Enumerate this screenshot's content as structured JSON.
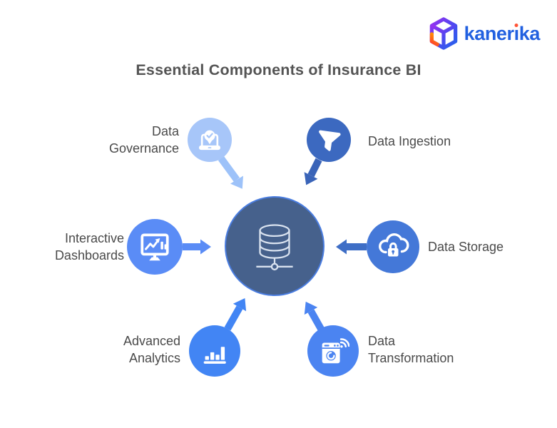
{
  "title": {
    "text": "Essential Components of Insurance BI",
    "color": "#545454"
  },
  "logo": {
    "brand": "kanerika",
    "brand_pre": "kaner",
    "brand_i": "ı",
    "brand_post": "ka",
    "wordmark_color": "#2160e0",
    "i_dot_color": "#ff5436",
    "cube_gradient": [
      "#9a2ff0",
      "#2563eb",
      "#ff3b30"
    ]
  },
  "hub": {
    "icon": "database-network-icon",
    "fill_color": "#46618c",
    "ring_color": "#4a7de0"
  },
  "label_color": "#4a4a4a",
  "nodes": [
    {
      "id": "data-governance",
      "label": "Data Governance",
      "label_line1": "Data",
      "label_line2": "Governance",
      "icon": "laptop-check-icon",
      "color": "#a7c6f9",
      "arrow_color": "#9dc2f9",
      "position": "top-left"
    },
    {
      "id": "data-ingestion",
      "label": "Data Ingestion",
      "icon": "funnel-icon",
      "color": "#3c69c0",
      "arrow_color": "#3a64b8",
      "position": "top-right"
    },
    {
      "id": "interactive-dashboards",
      "label": "Interactive Dashboards",
      "label_line1": "Interactive",
      "label_line2": "Dashboards",
      "icon": "dashboard-monitor-icon",
      "color": "#5a8cf6",
      "arrow_color": "#5a8cf6",
      "position": "left"
    },
    {
      "id": "data-storage",
      "label": "Data Storage",
      "icon": "cloud-lock-icon",
      "color": "#4478d8",
      "arrow_color": "#3e6ec6",
      "position": "right"
    },
    {
      "id": "advanced-analytics",
      "label": "Advanced Analytics",
      "label_line1": "Advanced",
      "label_line2": "Analytics",
      "icon": "bar-chart-icon",
      "color": "#4285f4",
      "arrow_color": "#4285f4",
      "position": "bottom-left"
    },
    {
      "id": "data-transformation",
      "label": "Data Transformation",
      "label_line1": "Data",
      "label_line2": "Transformation",
      "icon": "washer-wifi-icon",
      "color": "#4b84f1",
      "arrow_color": "#4b84f1",
      "position": "bottom-right"
    }
  ]
}
